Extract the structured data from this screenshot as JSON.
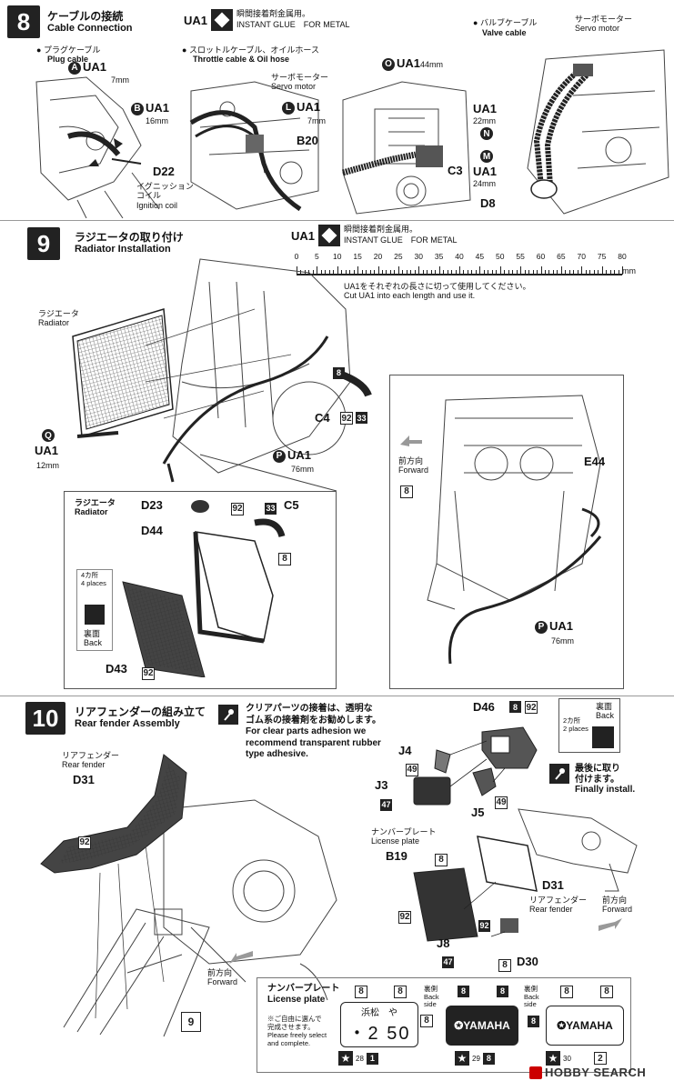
{
  "step8": {
    "number": "8",
    "title_ja": "ケーブルの接続",
    "title_en": "Cable Connection",
    "glue_code": "UA1",
    "glue_ja": "瞬間接着剤金属用。",
    "glue_en": "INSTANT GLUE　FOR METAL",
    "plug_ja": "プラグケーブル",
    "plug_en": "Plug cable",
    "a_code": "UA1",
    "a_len": "7mm",
    "b_code": "UA1",
    "b_len": "16mm",
    "d22": "D22",
    "ign_ja": "イグニッション",
    "ign_ja2": "コイル",
    "ign_en": "Ignition coil",
    "throttle_ja": "スロットルケーブル、オイルホース",
    "throttle_en": "Throttle cable & Oil hose",
    "servo_ja": "サーボモーター",
    "servo_en": "Servo motor",
    "l_code": "UA1",
    "l_len": "7mm",
    "b20": "B20",
    "o_code": "UA1",
    "o_len": "44mm",
    "c3": "C3",
    "valve_ja": "バルブケーブル",
    "valve_en": "Valve cable",
    "servo2_ja": "サーボモーター",
    "servo2_en": "Servo motor",
    "n_code": "UA1",
    "n_len": "22mm",
    "m_code": "UA1",
    "m_len": "24mm",
    "d8": "D8"
  },
  "step9": {
    "number": "9",
    "title_ja": "ラジエータの取り付け",
    "title_en": "Radiator Installation",
    "glue_code": "UA1",
    "glue_ja": "瞬間接着剤金属用。",
    "glue_en": "INSTANT GLUE　FOR METAL",
    "ruler_labels": [
      "0",
      "5",
      "10",
      "15",
      "20",
      "25",
      "30",
      "35",
      "40",
      "45",
      "50",
      "55",
      "60",
      "65",
      "70",
      "75",
      "80"
    ],
    "ruler_unit": "mm",
    "cut_ja": "UA1をそれぞれの長さに切って使用してください。",
    "cut_en": "Cut UA1 into each length and use it.",
    "radiator_ja": "ラジエータ",
    "radiator_en": "Radiator",
    "q_code": "UA1",
    "q_len": "12mm",
    "p_code": "UA1",
    "p_len": "76mm",
    "c4": "C4",
    "c4_a": "92",
    "c4_b": "33",
    "part8": "8",
    "forward_ja": "前方向",
    "forward_en": "Forward",
    "e44": "E44",
    "p2_code": "UA1",
    "p2_len": "76mm",
    "inset_ja": "ラジエータ",
    "inset_en": "Radiator",
    "d23": "D23",
    "d23_color": "92",
    "c5": "C5",
    "c5_color": "33",
    "c5_part": "8",
    "d44": "D44",
    "places_ja": "4カ所",
    "places_en": "4 places",
    "back_ja": "裏面",
    "back_en": "Back",
    "d43": "D43",
    "d43_color": "92"
  },
  "step10": {
    "number": "10",
    "title_ja": "リアフェンダーの組み立て",
    "title_en": "Rear fender Assembly",
    "clear_ja": "クリアパーツの接着は、透明な",
    "clear_ja2": "ゴム系の接着剤をお勧めします。",
    "clear_en": "For clear parts adhesion we",
    "clear_en2": "recommend transparent rubber",
    "clear_en3": "type adhesive.",
    "fender_ja": "リアフェンダー",
    "fender_en": "Rear fender",
    "d31": "D31",
    "d31_color": "92",
    "forward_ja": "前方向",
    "forward_en": "Forward",
    "part9": "9",
    "d46": "D46",
    "d46_a": "8",
    "d46_b": "92",
    "back_ja": "裏面",
    "back_en": "Back",
    "places_ja": "2カ所",
    "places_en": "2 places",
    "j4": "J4",
    "j4_color": "49",
    "j3": "J3",
    "j3_color": "47",
    "j5": "J5",
    "j5_color": "49",
    "final_ja": "最後に取り",
    "final_ja2": "付けます。",
    "final_en": "Finally install.",
    "plate_ja": "ナンバープレート",
    "plate_en": "License plate",
    "b19": "B19",
    "b19_part": "8",
    "b19_color": "92",
    "d31b": "D31",
    "fender2_ja": "リアフェンダー",
    "fender2_en": "Rear fender",
    "forward2_ja": "前方向",
    "forward2_en": "Forward",
    "j8": "J8",
    "j8_color": "47",
    "d30": "D30",
    "d30_a": "92",
    "d30_b": "8"
  },
  "plates": {
    "title_ja": "ナンバープレート",
    "title_en": "License plate",
    "note_ja": "※ご自由に選んで",
    "note_ja2": "完成させます。",
    "note_en": "Please freely select",
    "note_en2": "and complete.",
    "back_side_ja": "裏側",
    "back_side_en": "Back",
    "back_side_en2": "side",
    "plate1_top": "浜松　や",
    "plate1_num": "・2 50",
    "plate1_p1": "8",
    "plate1_p2": "8",
    "plate1_p3": "8",
    "plate1_d1": "28",
    "plate1_d2": "1",
    "plate2_text": "YAMAHA",
    "plate2_p1": "8",
    "plate2_p2": "8",
    "plate2_d1": "29",
    "plate2_d2": "8",
    "plate3_text": "YAMAHA",
    "plate3_p1": "8",
    "plate3_p2": "8",
    "plate3_p3": "8",
    "plate3_d1": "30",
    "plate3_d2": "2"
  },
  "watermark": "HOBBY SEARCH"
}
